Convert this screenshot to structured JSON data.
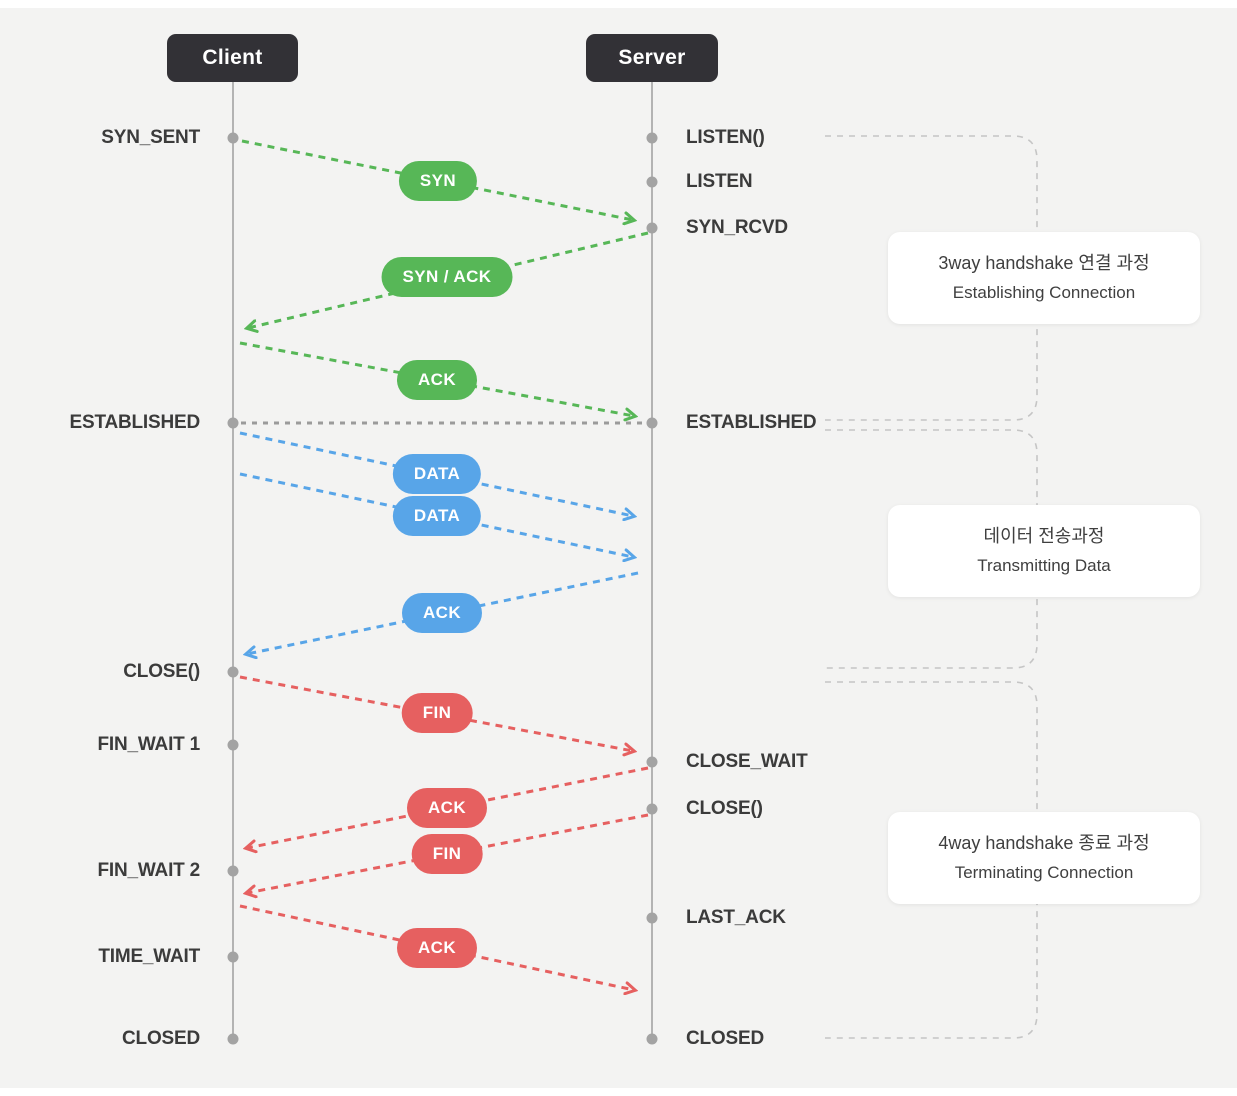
{
  "diagram_type": "tcp-connection-sequence",
  "actors": [
    {
      "id": "client",
      "label": "Client"
    },
    {
      "id": "server",
      "label": "Server"
    }
  ],
  "client_states": [
    {
      "label": "SYN_SENT"
    },
    {
      "label": "ESTABLISHED"
    },
    {
      "label": "CLOSE()"
    },
    {
      "label": "FIN_WAIT 1"
    },
    {
      "label": "FIN_WAIT 2"
    },
    {
      "label": "TIME_WAIT"
    },
    {
      "label": "CLOSED"
    }
  ],
  "server_states": [
    {
      "label": "LISTEN()"
    },
    {
      "label": "LISTEN"
    },
    {
      "label": "SYN_RCVD"
    },
    {
      "label": "ESTABLISHED"
    },
    {
      "label": "CLOSE_WAIT"
    },
    {
      "label": "CLOSE()"
    },
    {
      "label": "LAST_ACK"
    },
    {
      "label": "CLOSED"
    }
  ],
  "messages": [
    {
      "label": "SYN",
      "from": "client",
      "to": "server",
      "phase": "establish"
    },
    {
      "label": "SYN / ACK",
      "from": "server",
      "to": "client",
      "phase": "establish"
    },
    {
      "label": "ACK",
      "from": "client",
      "to": "server",
      "phase": "establish"
    },
    {
      "label": "DATA",
      "from": "client",
      "to": "server",
      "phase": "data"
    },
    {
      "label": "DATA",
      "from": "client",
      "to": "server",
      "phase": "data"
    },
    {
      "label": "ACK",
      "from": "server",
      "to": "client",
      "phase": "data"
    },
    {
      "label": "FIN",
      "from": "client",
      "to": "server",
      "phase": "terminate"
    },
    {
      "label": "ACK",
      "from": "server",
      "to": "client",
      "phase": "terminate"
    },
    {
      "label": "FIN",
      "from": "server",
      "to": "client",
      "phase": "terminate"
    },
    {
      "label": "ACK",
      "from": "client",
      "to": "server",
      "phase": "terminate"
    }
  ],
  "annotations": [
    {
      "line1": "3way handshake 연결 과정",
      "line2": "Establishing Connection"
    },
    {
      "line1": "데이터 전송과정",
      "line2": "Transmitting Data"
    },
    {
      "line1": "4way handshake 종료 과정",
      "line2": "Terminating Connection"
    }
  ],
  "colors": {
    "establish": "#57b757",
    "data": "#58a5e8",
    "terminate": "#e66060",
    "neutral_link": "#9b9b9b",
    "lifeline": "#b3b3b3",
    "dot": "#a3a3a3",
    "bracket": "#c5c5c5",
    "actor_bg": "#323136",
    "label_text": "#3b3b3b",
    "background": "#f3f3f2"
  }
}
